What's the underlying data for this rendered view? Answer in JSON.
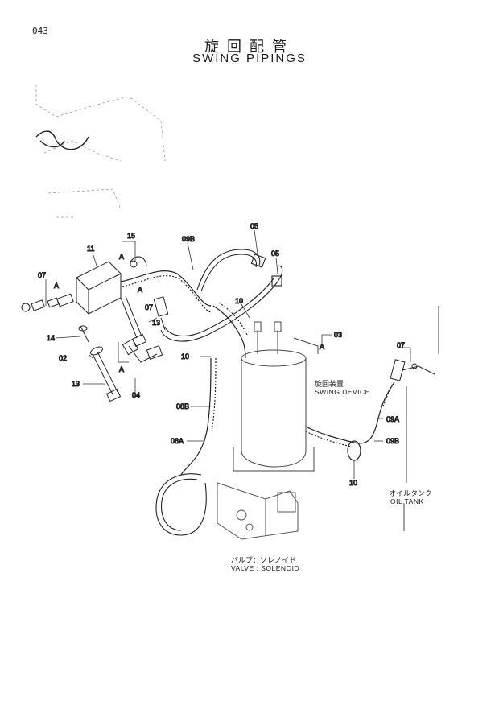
{
  "page": {
    "number": "043",
    "title_jp": "旋回配管",
    "title_en": "SWING PIPINGS"
  },
  "callouts": {
    "p02": "02",
    "p03": "03",
    "p04": "04",
    "p05a": "05",
    "p05b": "05",
    "p07a": "07",
    "p07b": "07",
    "p07c": "07",
    "p08a": "08A",
    "p08b": "08B",
    "p09a": "09A",
    "p09b_top": "09B",
    "p09b_right": "09B",
    "p10a": "10",
    "p10b": "10",
    "p10c": "10",
    "p11": "11",
    "p13a": "13",
    "p13b": "13",
    "p14": "14",
    "p15": "15",
    "refA1": "A",
    "refA2": "A",
    "refA3": "A",
    "refA4": "A",
    "refA5": "A"
  },
  "components": {
    "swing_device_jp": "旋回装置",
    "swing_device_en": "SWING DEVICE",
    "oil_tank_jp": "オイルタンク",
    "oil_tank_en": "OIL TANK",
    "valve_jp": "バルブ：ソレノイド",
    "valve_en": "VALVE : SOLENOID"
  }
}
